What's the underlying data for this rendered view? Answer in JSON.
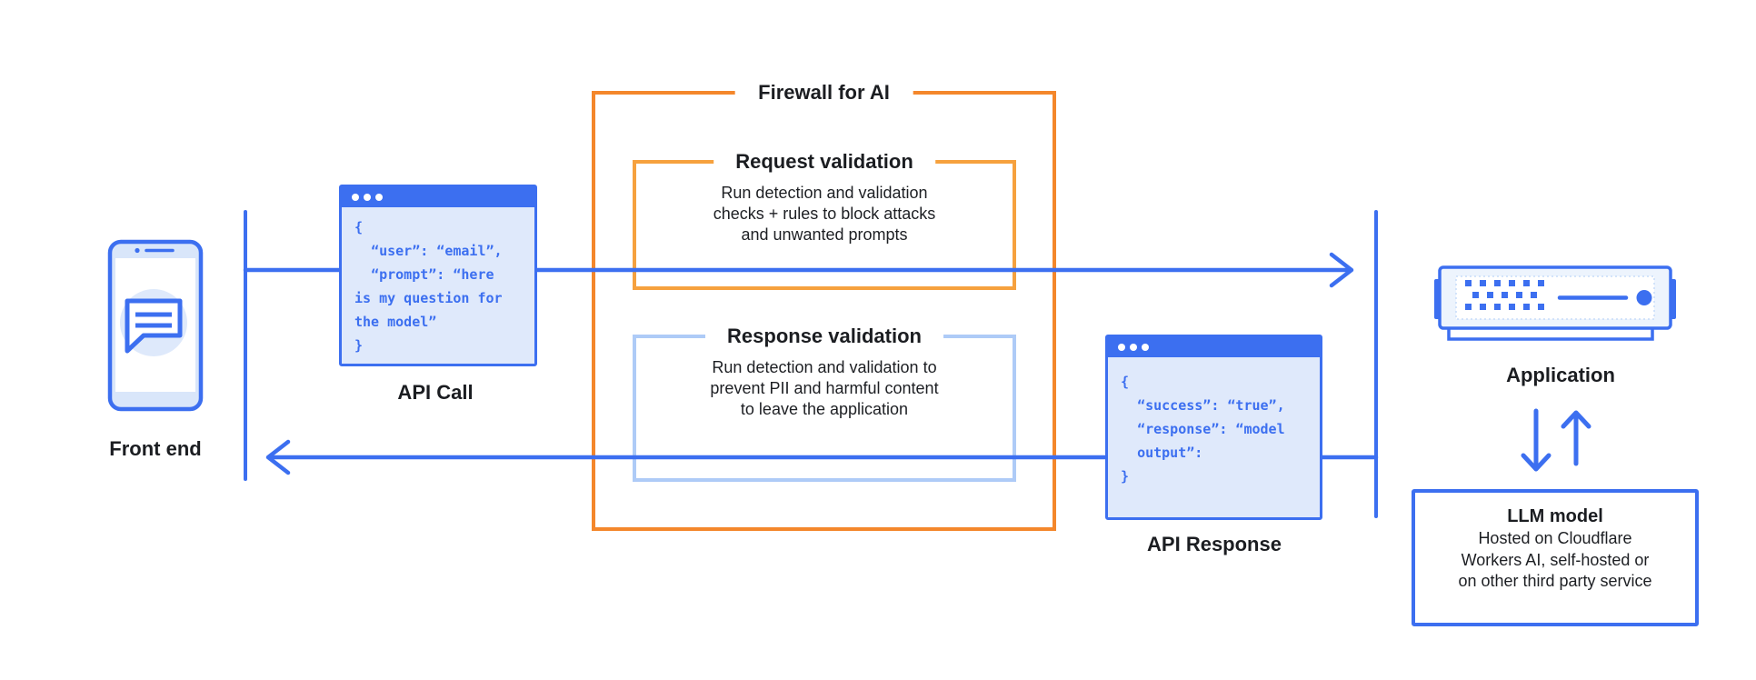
{
  "colors": {
    "blue": "#3C6FF0",
    "light_blue_fill": "#DFE9FB",
    "periwinkle": "#AECBF7",
    "orange": "#F4872B",
    "text_dark": "#1B1D21",
    "white": "#FFFFFF"
  },
  "front_end": {
    "label": "Front end",
    "icon": "phone-chat-icon"
  },
  "api_call": {
    "label": "API Call",
    "icon": "window-dots-icon",
    "code": "{\n  “user”: “email”,\n  “prompt”: “here\nis my question for\nthe model”\n}"
  },
  "firewall": {
    "title": "Firewall for AI",
    "request_validation": {
      "title": "Request validation",
      "description": "Run detection and validation\nchecks + rules to block attacks\nand unwanted prompts"
    },
    "response_validation": {
      "title": "Response validation",
      "description": "Run detection and validation to\nprevent PII and harmful content\nto leave the application"
    }
  },
  "api_response": {
    "label": "API Response",
    "icon": "window-dots-icon",
    "code": "{\n  “success”: “true”,\n  “response”: “model\n  output”:\n}"
  },
  "application": {
    "label": "Application",
    "icon": "server-icon"
  },
  "llm_model": {
    "title": "LLM model",
    "description": "Hosted on Cloudflare\nWorkers AI, self-hosted or\non other third party service"
  }
}
